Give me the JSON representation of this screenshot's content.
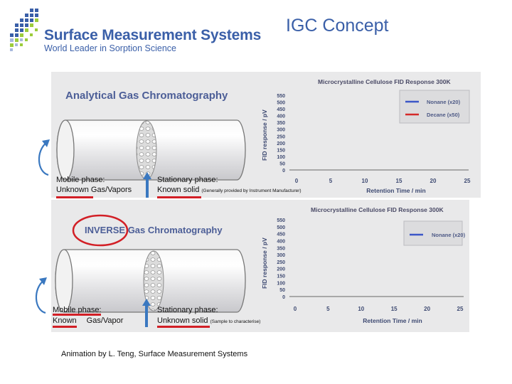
{
  "header": {
    "brand_name": "Surface Measurement Systems",
    "brand_tagline": "World Leader in Sorption Science",
    "slide_title": "IGC Concept"
  },
  "top_panel": {
    "heading": "Analytical Gas Chromatography",
    "mobile_label_line1": "Mobile phase:",
    "mobile_label_line2": "Unknown Gas/Vapors",
    "stationary_label_line1": "Stationary phase:",
    "stationary_label_line2": "Known solid",
    "stationary_note": "(Generally provided by Instrument Manufacturer)"
  },
  "bottom_panel": {
    "heading_inverse": "INVERSE",
    "heading_rest": " Gas Chromatography",
    "mobile_label_line1": "Mobile phase:",
    "mobile_label_line2a": "Known",
    "mobile_label_line2b": "Gas/Vapor",
    "stationary_label_line1": "Stationary phase:",
    "stationary_label_line2": "Unknown solid",
    "stationary_note": "(Sample to characterise)"
  },
  "footer_note": "Animation by  L. Teng, Surface Measurement Systems",
  "colors": {
    "brand_blue": "#3a5fa8",
    "highlight_red": "#d21f26",
    "nonane_blue": "#3b57c8",
    "decane_red": "#d42a2a"
  },
  "chart_data": [
    {
      "type": "line",
      "title": "Microcrystalline Cellulose FID Response 300K",
      "xlabel": "Retention Time / min",
      "ylabel": "FID response / pV",
      "xlim": [
        0,
        25
      ],
      "ylim": [
        0,
        550
      ],
      "xticks": [
        "0",
        "5",
        "10",
        "15",
        "20",
        "25"
      ],
      "yticks": [
        "550",
        "500",
        "450",
        "400",
        "350",
        "300",
        "250",
        "200",
        "150",
        "100",
        "50",
        "0"
      ],
      "series": [
        {
          "name": "Nonane (x20)",
          "color": "#3b57c8",
          "values": []
        },
        {
          "name": "Decane (x50)",
          "color": "#d42a2a",
          "values": []
        }
      ],
      "legend": "top-right"
    },
    {
      "type": "line",
      "title": "Microcrystalline Cellulose FID Response 300K",
      "xlabel": "Retention Time / min",
      "ylabel": "FID response / pV",
      "xlim": [
        0,
        25
      ],
      "ylim": [
        0,
        550
      ],
      "xticks": [
        "0",
        "5",
        "10",
        "15",
        "20",
        "25"
      ],
      "yticks": [
        "550",
        "500",
        "450",
        "400",
        "350",
        "300",
        "250",
        "200",
        "150",
        "100",
        "50",
        "0"
      ],
      "series": [
        {
          "name": "Nonane (x20)",
          "color": "#3b57c8",
          "values": []
        }
      ],
      "legend": "top-right"
    }
  ]
}
